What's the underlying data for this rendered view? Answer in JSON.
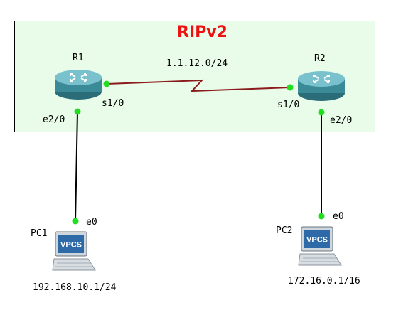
{
  "title": "RIPv2",
  "colors": {
    "title": "#ee1111",
    "zone_fill": "#e9fbe9",
    "serial_link": "#8b1a1a",
    "ethernet_link": "#000000",
    "port_dot": "#22dd22",
    "router_body": "#3a8a98"
  },
  "routers": [
    {
      "name": "R1",
      "serial_port": "s1/0",
      "ethernet_port": "e2/0",
      "icon": "router-icon"
    },
    {
      "name": "R2",
      "serial_port": "s1/0",
      "ethernet_port": "e2/0",
      "icon": "router-icon"
    }
  ],
  "serial_link": {
    "network": "1.1.12.0/24"
  },
  "pcs": [
    {
      "name": "PC1",
      "port": "e0",
      "badge": "VPCS",
      "address": "192.168.10.1/24",
      "icon": "vpcs-pc-icon"
    },
    {
      "name": "PC2",
      "port": "e0",
      "badge": "VPCS",
      "address": "172.16.0.1/16",
      "icon": "vpcs-pc-icon"
    }
  ]
}
